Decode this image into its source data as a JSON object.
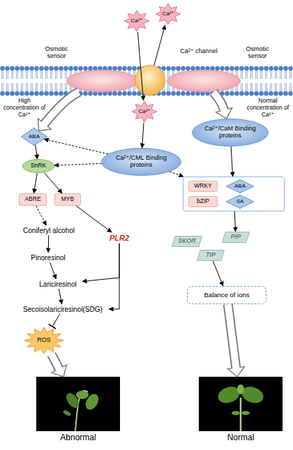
{
  "diagram": {
    "nodes": [
      {
        "text": [
          "Ca²⁺"
        ]
      },
      {
        "text": [
          "Ca²⁺"
        ]
      },
      {
        "text": [
          "Osmotic sensor"
        ]
      },
      {
        "text": [
          "Ca²⁺ channel"
        ]
      },
      {
        "text": [
          "Osmotic sensor"
        ]
      },
      {
        "text": [
          "Ca²⁺"
        ]
      },
      {
        "text": [
          "ABA"
        ]
      },
      {
        "text": [
          "SnRK"
        ]
      },
      {
        "text": [
          "Ca²⁺/CML Binding proteins"
        ]
      },
      {
        "text": [
          "Ca²⁺/CaM Binding proteins"
        ]
      },
      {
        "text": [
          "ABRE"
        ]
      },
      {
        "text": [
          "MYB"
        ]
      },
      {
        "text": [
          "Coniferyl alcohol"
        ]
      },
      {
        "text": [
          "Pinoresinol"
        ]
      },
      {
        "text": [
          "Lariciresinol"
        ]
      },
      {
        "text": [
          "Secoisolariciresinol(SDG)"
        ]
      },
      {
        "text": [
          "PLR2"
        ]
      },
      {
        "text": [
          "ROS"
        ]
      },
      {
        "text": []
      },
      {
        "text": [
          "WRKY"
        ],
        "in": 18
      },
      {
        "text": [
          "ABA"
        ],
        "in": 18
      },
      {
        "text": [
          "bZIP"
        ],
        "in": 18
      },
      {
        "text": [
          "SA"
        ],
        "in": 18
      },
      {
        "text": [
          "SKOR"
        ]
      },
      {
        "text": [
          "PIP"
        ]
      },
      {
        "text": [
          "TIP"
        ]
      },
      {
        "text": [
          "Balance of ions"
        ]
      },
      {
        "text": [
          "Abnormal"
        ]
      },
      {
        "text": [
          "Normal"
        ]
      }
    ],
    "edges": [
      {
        "from": 0,
        "to": 5,
        "arrow": "to"
      },
      {
        "from": 3,
        "to": 1,
        "arrow": "to"
      },
      {
        "from": 2,
        "to": 6,
        "arrow": "to"
      },
      {
        "from": 4,
        "to": 9,
        "arrow": "to"
      },
      {
        "from": 5,
        "to": 8,
        "arrow": "to"
      },
      {
        "from": 6,
        "to": 7,
        "arrow": "to"
      },
      {
        "from": 8,
        "to": 6,
        "arrow": "to"
      },
      {
        "from": 8,
        "to": 7,
        "arrow": "to"
      },
      {
        "from": 8,
        "to": 18,
        "arrow": "to"
      },
      {
        "from": 7,
        "to": 10,
        "arrow": "to"
      },
      {
        "from": 7,
        "to": 11,
        "arrow": "to"
      },
      {
        "from": 10,
        "to": 12,
        "arrow": "to"
      },
      {
        "from": 11,
        "to": 16,
        "arrow": "to"
      },
      {
        "from": 12,
        "to": 13,
        "arrow": "to"
      },
      {
        "from": 13,
        "to": 14,
        "arrow": "to"
      },
      {
        "from": 14,
        "to": 15,
        "arrow": "to"
      },
      {
        "from": 16,
        "to": 14,
        "arrow": "to"
      },
      {
        "from": 16,
        "to": 15,
        "arrow": "to"
      },
      {
        "from": 15,
        "to": 17,
        "arrow": "to"
      },
      {
        "from": 9,
        "to": 18,
        "arrow": "to"
      },
      {
        "from": 18,
        "to": 24,
        "arrow": "to"
      },
      {
        "from": 25,
        "to": 26,
        "arrow": "to"
      },
      {
        "from": 17,
        "to": 27,
        "arrow": "to"
      },
      {
        "from": 26,
        "to": 28,
        "arrow": "to"
      }
    ],
    "labels": [
      "High concentration of Ca²⁺",
      "Normal concentration of Ca²⁺"
    ]
  }
}
